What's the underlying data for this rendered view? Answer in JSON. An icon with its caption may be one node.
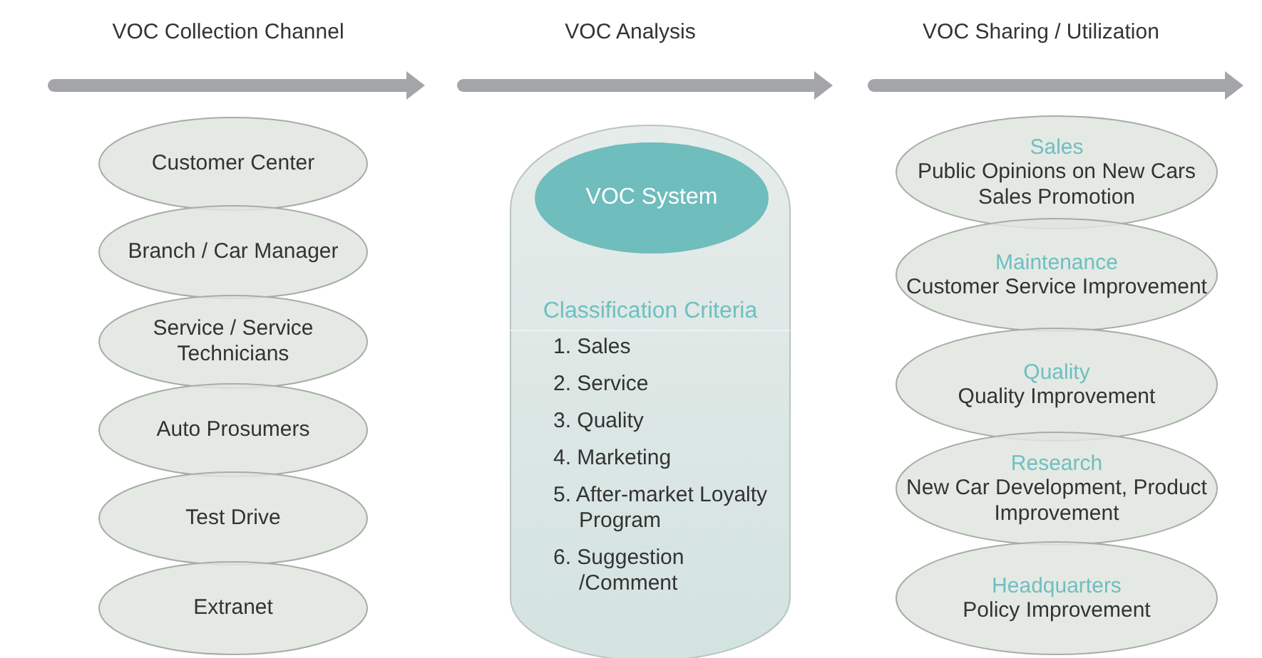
{
  "diagram": {
    "nodes": [
      {
        "text": [
          "Customer Center"
        ]
      },
      {
        "text": [
          "Branch / Car Manager"
        ]
      },
      {
        "text": [
          "Service / Service Technicians"
        ]
      },
      {
        "text": [
          "Auto Prosumers"
        ]
      },
      {
        "text": [
          "Test Drive"
        ]
      },
      {
        "text": [
          "Extranet"
        ]
      },
      {
        "text": [
          "Classification Criteria",
          "1. Sales",
          "2. Service",
          "3. Quality",
          "4. Marketing",
          "5. After-market Loyalty Program",
          "6. Suggestion /Comment"
        ]
      },
      {
        "text": [
          "VOC System"
        ],
        "in": 6
      },
      {
        "text": [
          "Sales",
          "Public Opinions on New Cars Sales Promotion"
        ]
      },
      {
        "text": [
          "Maintenance",
          "Customer Service Improvement"
        ]
      },
      {
        "text": [
          "Quality",
          "Quality Improvement"
        ]
      },
      {
        "text": [
          "Research",
          "New Car Development, Product Improvement"
        ]
      },
      {
        "text": [
          "Headquarters",
          "Policy Improvement"
        ]
      }
    ],
    "labels": [
      "VOC Collection Channel",
      "VOC Analysis",
      "VOC Sharing / Utilization"
    ]
  }
}
